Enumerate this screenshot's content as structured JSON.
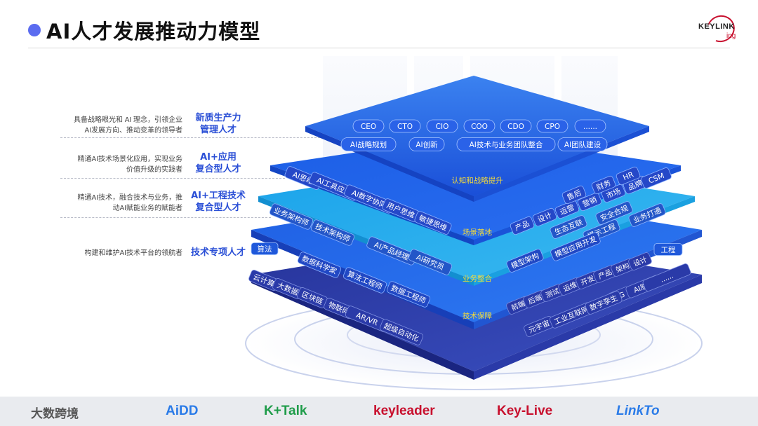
{
  "header": {
    "title": "AI人才发展推动力模型",
    "logo_text": "KEYLINK",
    "logo_sub": "ing",
    "accent": "#5b6cf0"
  },
  "roles": [
    {
      "desc_1": "具备战略眼光和 AI 理念，引领企业",
      "desc_2": "AI发展方向、推动变革的领导者",
      "title_1": "新质生产力",
      "title_2": "管理人才"
    },
    {
      "desc_1": "精通AI技术场景化应用，实现业务",
      "desc_2": "价值升级的实践者",
      "title_1": "AI+应用",
      "title_2": "复合型人才"
    },
    {
      "desc_1": "精通AI技术，融合技术与业务，推",
      "desc_2": "动AI赋能业务的赋能者",
      "title_1": "AI+工程技术",
      "title_2": "复合型人才"
    },
    {
      "desc_1": "构建和维护AI技术平台的领航者",
      "desc_2": "",
      "title_1": "技术专项人才",
      "title_2": ""
    }
  ],
  "layers": {
    "top": {
      "label": "认知和战略提升",
      "row1": [
        "CEO",
        "CTO",
        "CIO",
        "COO",
        "CDO",
        "CPO",
        "......"
      ],
      "row2": [
        "AI战略规划",
        "AI创新",
        "AI技术与业务团队整合",
        "AI团队建设"
      ]
    },
    "second": {
      "label": "场景落地",
      "left": [
        "AI思维",
        "AI工具应用",
        "AI数字协同",
        "用户思维",
        "敏捷思维"
      ],
      "right": [
        "产品",
        "设计",
        "运营",
        "营销",
        "市场",
        "品牌",
        "售后",
        "财务",
        "HR",
        "CSM"
      ]
    },
    "third": {
      "label": "业务整合",
      "left": [
        "业务架构师",
        "技术架构师",
        "AI产品经理",
        "AI研究员"
      ],
      "right": [
        "生态互联",
        "安全合规",
        "提示工程",
        "业务打通"
      ]
    },
    "fourth": {
      "label": "技术保障",
      "left_head": "算法",
      "left": [
        "数据科学家",
        "算法工程师",
        "数据工程师"
      ],
      "right_head": "工程",
      "right": [
        "模型架构",
        "模型应用开发"
      ]
    },
    "base": {
      "left": [
        "云计算",
        "大数据",
        "区块链",
        "物联网",
        "AR/VR",
        "超级自动化"
      ],
      "right": [
        "前端",
        "后端",
        "测试",
        "运维",
        "开发",
        "产品",
        "架构",
        "设计",
        "5G",
        "AI原生",
        "......"
      ],
      "right2": [
        "元宇宙",
        "工业互联网",
        "数字孪生"
      ]
    }
  },
  "footer": {
    "brands": [
      "大数跨境",
      "AiDD",
      "K+Talk",
      "keyleader",
      "Key-Live",
      "LinkTo"
    ]
  },
  "colors": {
    "layer_top": "#2f6fe8",
    "layer_mid": "#1e5fe0",
    "layer_cyan": "#1ea8e8",
    "layer_dark": "#2136a8",
    "chip": "#2a52d0",
    "gold": "#f2d93b"
  }
}
